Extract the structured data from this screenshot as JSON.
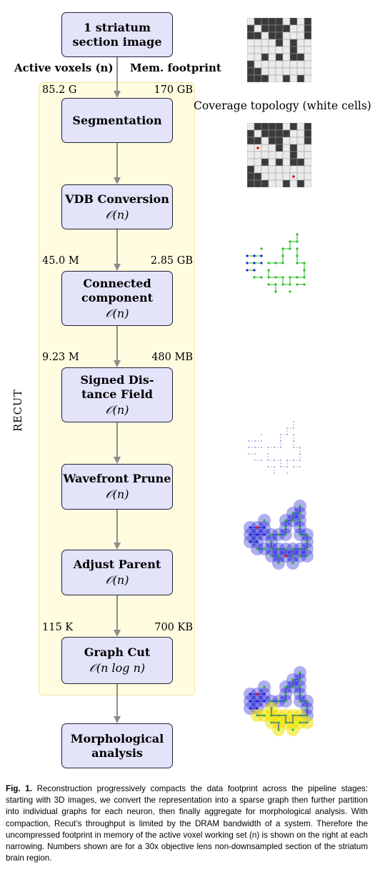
{
  "nodes": {
    "image": {
      "line1": "1 striatum",
      "line2": "section image"
    },
    "segmentation": {
      "title": "Segmentation"
    },
    "vdb": {
      "title": "VDB Conversion",
      "complexity": "𝒪(n)"
    },
    "cc": {
      "line1": "Connected",
      "line2": "component",
      "complexity": "𝒪(n)"
    },
    "sdf": {
      "line1": "Signed Dis-",
      "line2": "tance Field",
      "complexity": "𝒪(n)"
    },
    "wavefront": {
      "title": "Wavefront Prune",
      "complexity": "𝒪(n)"
    },
    "adjust": {
      "title": "Adjust Parent",
      "complexity": "𝒪(n)"
    },
    "graphcut": {
      "title": "Graph Cut",
      "complexity": "𝒪(n log n)"
    },
    "morph": {
      "line1": "Morphological",
      "line2": "analysis"
    }
  },
  "headers": {
    "active_voxels": "Active voxels (n)",
    "mem_footprint": "Mem. footprint"
  },
  "measurements": [
    {
      "voxels": "85.2 G",
      "memory": "170 GB"
    },
    {
      "voxels": "45.0 M",
      "memory": "2.85 GB"
    },
    {
      "voxels": "9.23 M",
      "memory": "480 MB"
    },
    {
      "voxels": "115 K",
      "memory": "700 KB"
    }
  ],
  "group_label": "RECUT",
  "coverage_label": "Coverage topology (white cells)",
  "caption": {
    "label": "Fig. 1.",
    "text": "Reconstruction progressively compacts the data footprint across the pipeline stages: starting with 3D images, we convert the representation into a sparse graph then further partition into individual graphs for each neuron, then finally aggregate for morphological analysis. With compaction, Recut’s throughput is limited by the DRAM bandwidth of a system. Therefore the uncompressed footprint in memory of the active voxel working set (n) is shown on the right at each narrowing. Numbers shown are for a 30x objective lens non-downsampled section of the striatum brain region."
  },
  "colors": {
    "node_fill": "#e3e3fa",
    "panel_fill": "#fffce0",
    "arrow": "#8c8c8c",
    "grid_dark": "#3a3a3a",
    "grid_light": "#ebebeb",
    "graph_green": "#22c022",
    "graph_blue": "#1a1ad0",
    "seed_red": "#e01010",
    "yellow": "#f0e000"
  }
}
